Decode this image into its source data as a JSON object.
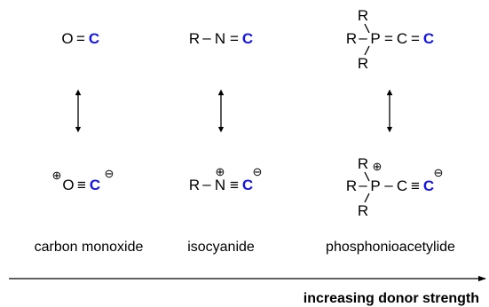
{
  "colors": {
    "carbon": "#1414e6",
    "text": "#000000"
  },
  "atoms": {
    "O": "O",
    "C": "C",
    "N": "N",
    "P": "P",
    "R": "R"
  },
  "bonds": {
    "double": "=",
    "triple": "≡",
    "single": "–"
  },
  "charges": {
    "positive": "⊕",
    "negative": "⊖"
  },
  "compounds": [
    {
      "label": "carbon monoxide"
    },
    {
      "label": "isocyanide"
    },
    {
      "label": "phosphonioacetylide"
    }
  ],
  "axis": {
    "label": "increasing donor strength"
  }
}
